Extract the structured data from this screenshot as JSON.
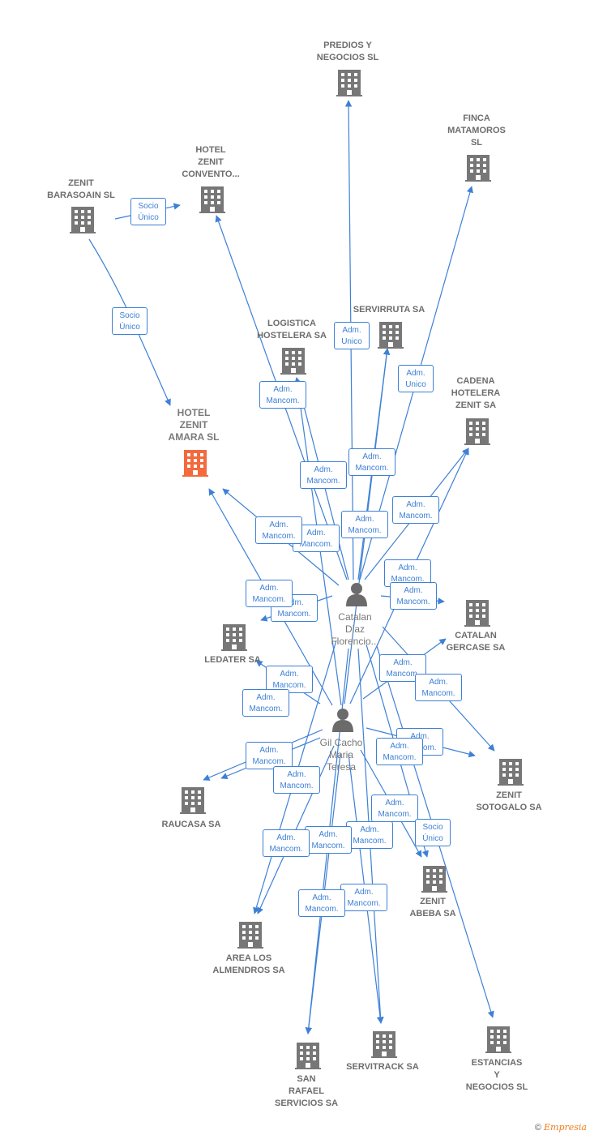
{
  "companies": [
    {
      "id": "predios",
      "label": "PREDIOS Y\nNEGOCIOS  SL"
    },
    {
      "id": "finca",
      "label": "FINCA\nMATAMOROS\nSL"
    },
    {
      "id": "hotel_convento",
      "label": "HOTEL\nZENIT\nCONVENTO..."
    },
    {
      "id": "zenit_barasoain",
      "label": "ZENIT\nBARASOAIN SL"
    },
    {
      "id": "logistica",
      "label": "LOGISTICA\nHOSTELERA SA"
    },
    {
      "id": "servirruta",
      "label": "SERVIRRUTA SA"
    },
    {
      "id": "cadena",
      "label": "CADENA\nHOTELERA\nZENIT SA"
    },
    {
      "id": "hotel_amara",
      "label": "HOTEL\nZENIT\nAMARA  SL"
    },
    {
      "id": "ledater",
      "label": "LEDATER SA"
    },
    {
      "id": "catalan_gercase",
      "label": "CATALAN\nGERCASE SA"
    },
    {
      "id": "zenit_sotogalo",
      "label": "ZENIT\nSOTOGALO SA"
    },
    {
      "id": "raucasa",
      "label": "RAUCASA SA"
    },
    {
      "id": "zenit_abeba",
      "label": "ZENIT\nABEBA SA"
    },
    {
      "id": "area_almendros",
      "label": "AREA LOS\nALMENDROS SA"
    },
    {
      "id": "san_rafael",
      "label": "SAN\nRAFAEL\nSERVICIOS SA"
    },
    {
      "id": "servitrack",
      "label": "SERVITRACK SA"
    },
    {
      "id": "estancias",
      "label": "ESTANCIAS\nY\nNEGOCIOS  SL"
    }
  ],
  "persons": [
    {
      "id": "catalan",
      "label": "Catalan\nDiaz\nFlorencio..."
    },
    {
      "id": "gil",
      "label": "Gil Cacho\nMaria\nTeresa"
    }
  ],
  "relations": {
    "socio_unico": "Socio\nÚnico",
    "adm_unico": "Adm.\nUnico",
    "adm_mancom": "Adm.\nMancom."
  },
  "colors": {
    "edge": "#3e80d6",
    "building": "#777777",
    "focus_building": "#f26a3d",
    "person": "#6b6b6b"
  },
  "footer": {
    "copyright": "©",
    "brand": "Empresia"
  }
}
